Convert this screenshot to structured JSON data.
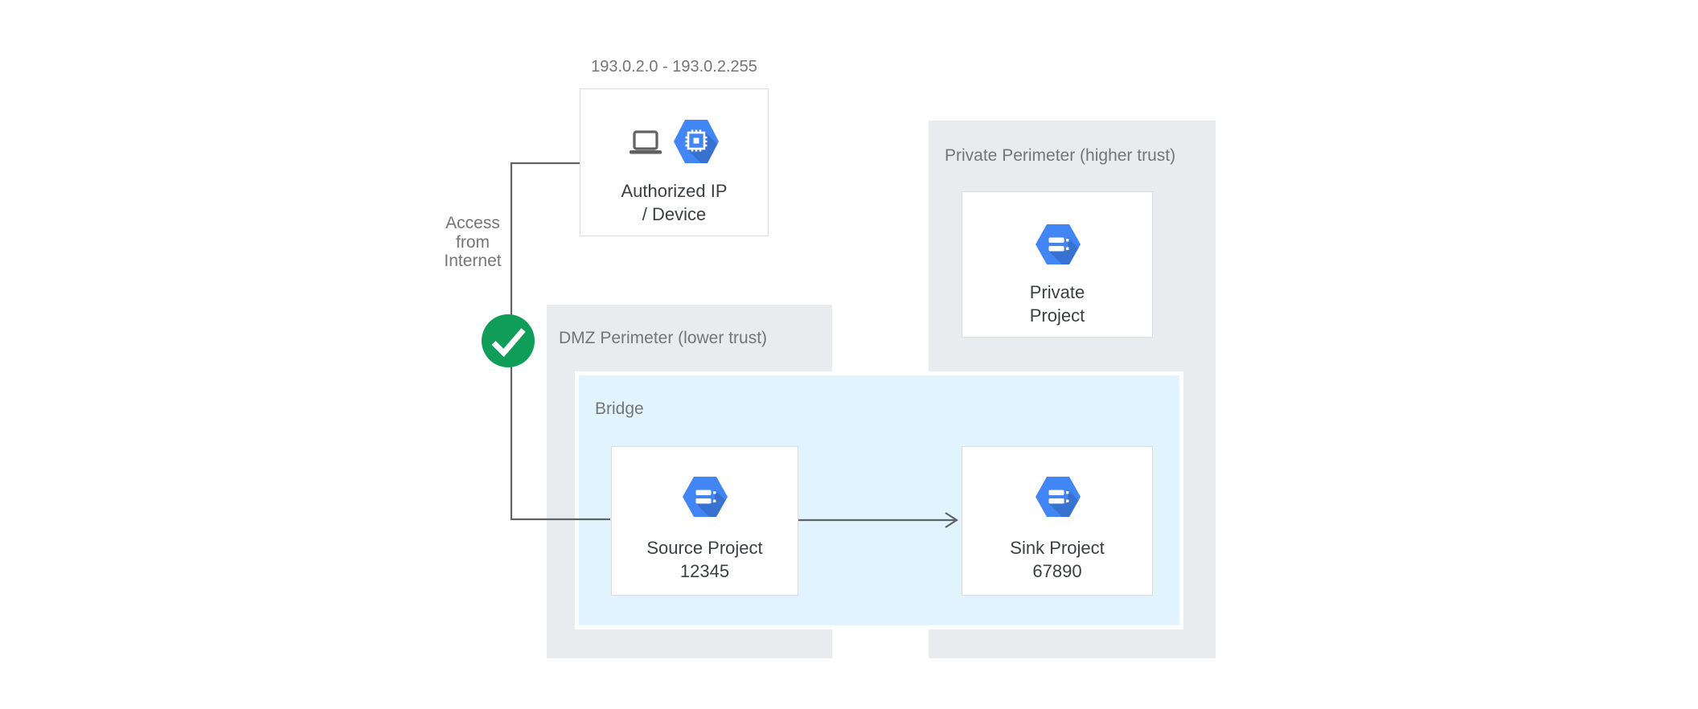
{
  "colors": {
    "background": "#ffffff",
    "perimeter_fill": "#e9ecef",
    "bridge_fill": "#e1f4fd",
    "bridge_border": "#ffffff",
    "node_fill": "#ffffff",
    "node_border": "#dadce0",
    "connector_line": "#5f6368",
    "check_green": "#0f9d58",
    "hexagon_blue": "#4285f4",
    "device_icon_gray": "#616161",
    "label_gray": "#757575",
    "node_title_color": "#3c4043"
  },
  "labels": {
    "ip_range": "193.0.2.0 - 193.0.2.255",
    "access": [
      "Access",
      "from",
      "Internet"
    ],
    "dmz_perimeter": "DMZ Perimeter (lower trust)",
    "private_perimeter": "Private Perimeter (higher trust)",
    "bridge": "Bridge"
  },
  "nodes": {
    "authorized": {
      "line1": "Authorized IP",
      "line2": "/ Device",
      "icons": [
        "laptop-icon",
        "compute-engine-hexagon-icon"
      ]
    },
    "source": {
      "line1": "Source Project",
      "line2": "12345",
      "icon": "cloud-project-hexagon-icon"
    },
    "sink": {
      "line1": "Sink Project",
      "line2": "67890",
      "icon": "cloud-project-hexagon-icon"
    },
    "private_project": {
      "line1": "Private",
      "line2": "Project",
      "icon": "cloud-project-hexagon-icon"
    }
  },
  "connections": {
    "internet_to_source": {
      "status": "allowed",
      "status_icon": "check-circle-icon"
    },
    "source_to_sink": {
      "type": "arrow"
    }
  }
}
